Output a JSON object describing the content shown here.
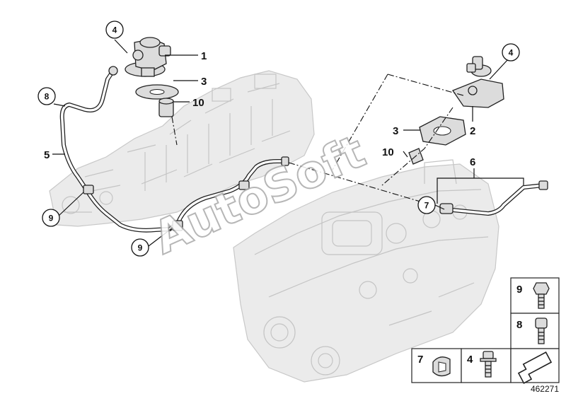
{
  "diagram": {
    "callouts": {
      "c1": "1",
      "c2": "2",
      "c3a": "3",
      "c3b": "3",
      "c4a": "4",
      "c4b": "4",
      "c5": "5",
      "c6": "6",
      "c7": "7",
      "c8": "8",
      "c9a": "9",
      "c9b": "9",
      "c10a": "10",
      "c10b": "10"
    },
    "legend": {
      "l9": "9",
      "l8": "8",
      "l7": "7",
      "l4": "4"
    },
    "watermark": "AutoSoft",
    "image_code": "462271"
  }
}
